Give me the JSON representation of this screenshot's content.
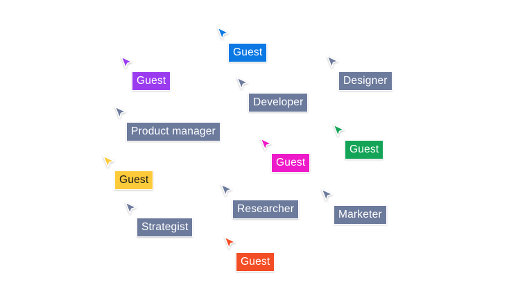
{
  "colors": {
    "slate": "#6c7a9c",
    "blue": "#0b78e3",
    "purple": "#9b3bf0",
    "green": "#14a457",
    "magenta": "#ee19c8",
    "yellow": "#fdca3a",
    "orange": "#f34d25",
    "white_text": "#ffffff",
    "dark_text": "#1a1a1a"
  },
  "collaborators": [
    {
      "id": "guest-blue",
      "label": "Guest",
      "color": "blue",
      "text_color": "white_text",
      "icon": "cursor-arrow-icon"
    },
    {
      "id": "guest-purple",
      "label": "Guest",
      "color": "purple",
      "text_color": "white_text",
      "icon": "cursor-arrow-icon"
    },
    {
      "id": "designer",
      "label": "Designer",
      "color": "slate",
      "text_color": "white_text",
      "icon": "cursor-arrow-icon"
    },
    {
      "id": "developer",
      "label": "Developer",
      "color": "slate",
      "text_color": "white_text",
      "icon": "cursor-arrow-icon"
    },
    {
      "id": "product-manager",
      "label": "Product manager",
      "color": "slate",
      "text_color": "white_text",
      "icon": "cursor-arrow-icon"
    },
    {
      "id": "guest-green",
      "label": "Guest",
      "color": "green",
      "text_color": "white_text",
      "icon": "cursor-arrow-icon"
    },
    {
      "id": "guest-magenta",
      "label": "Guest",
      "color": "magenta",
      "text_color": "white_text",
      "icon": "cursor-arrow-icon"
    },
    {
      "id": "guest-yellow",
      "label": "Guest",
      "color": "yellow",
      "text_color": "dark_text",
      "icon": "cursor-arrow-icon"
    },
    {
      "id": "researcher",
      "label": "Researcher",
      "color": "slate",
      "text_color": "white_text",
      "icon": "cursor-arrow-icon"
    },
    {
      "id": "marketer",
      "label": "Marketer",
      "color": "slate",
      "text_color": "white_text",
      "icon": "cursor-arrow-icon"
    },
    {
      "id": "strategist",
      "label": "Strategist",
      "color": "slate",
      "text_color": "white_text",
      "icon": "cursor-arrow-icon"
    },
    {
      "id": "guest-orange",
      "label": "Guest",
      "color": "orange",
      "text_color": "white_text",
      "icon": "cursor-arrow-icon"
    }
  ]
}
